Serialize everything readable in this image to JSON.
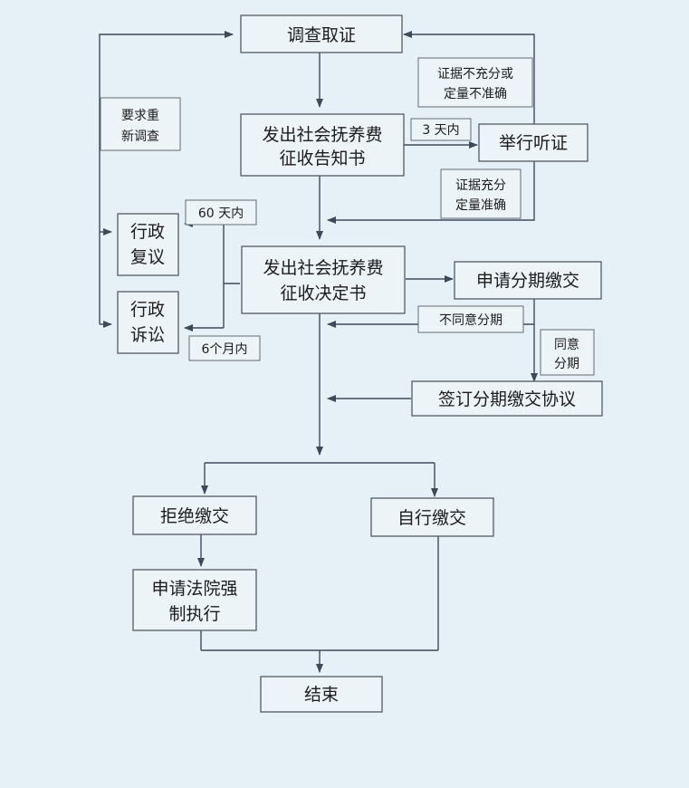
{
  "nodes": {
    "investigate": "调查取证",
    "notice_l1": "发出社会抚养费",
    "notice_l2": "征收告知书",
    "hearing": "举行听证",
    "decision_l1": "发出社会抚养费",
    "decision_l2": "征收决定书",
    "apply_installment": "申请分期缴交",
    "admin_review_l1": "行政",
    "admin_review_l2": "复议",
    "admin_lawsuit_l1": "行政",
    "admin_lawsuit_l2": "诉讼",
    "sign_installment": "签订分期缴交协议",
    "refuse_pay": "拒绝缴交",
    "self_pay": "自行缴交",
    "court_l1": "申请法院强",
    "court_l2": "制执行",
    "end": "结束"
  },
  "labels": {
    "reinvestigate_l1": "要求重",
    "reinvestigate_l2": "新调查",
    "insufficient_l1": "证据不充分或",
    "insufficient_l2": "定量不准确",
    "three_days": "3 天内",
    "sufficient_l1": "证据充分",
    "sufficient_l2": "定量准确",
    "sixty_days": "60 天内",
    "six_months": "6个月内",
    "disagree": "不同意分期",
    "agree_l1": "同意",
    "agree_l2": "分期"
  },
  "colors": {
    "background": "#e6f1f7",
    "box_fill": "#ecf4f8",
    "stroke": "#3e4a5a",
    "text": "#1c1c1c"
  }
}
